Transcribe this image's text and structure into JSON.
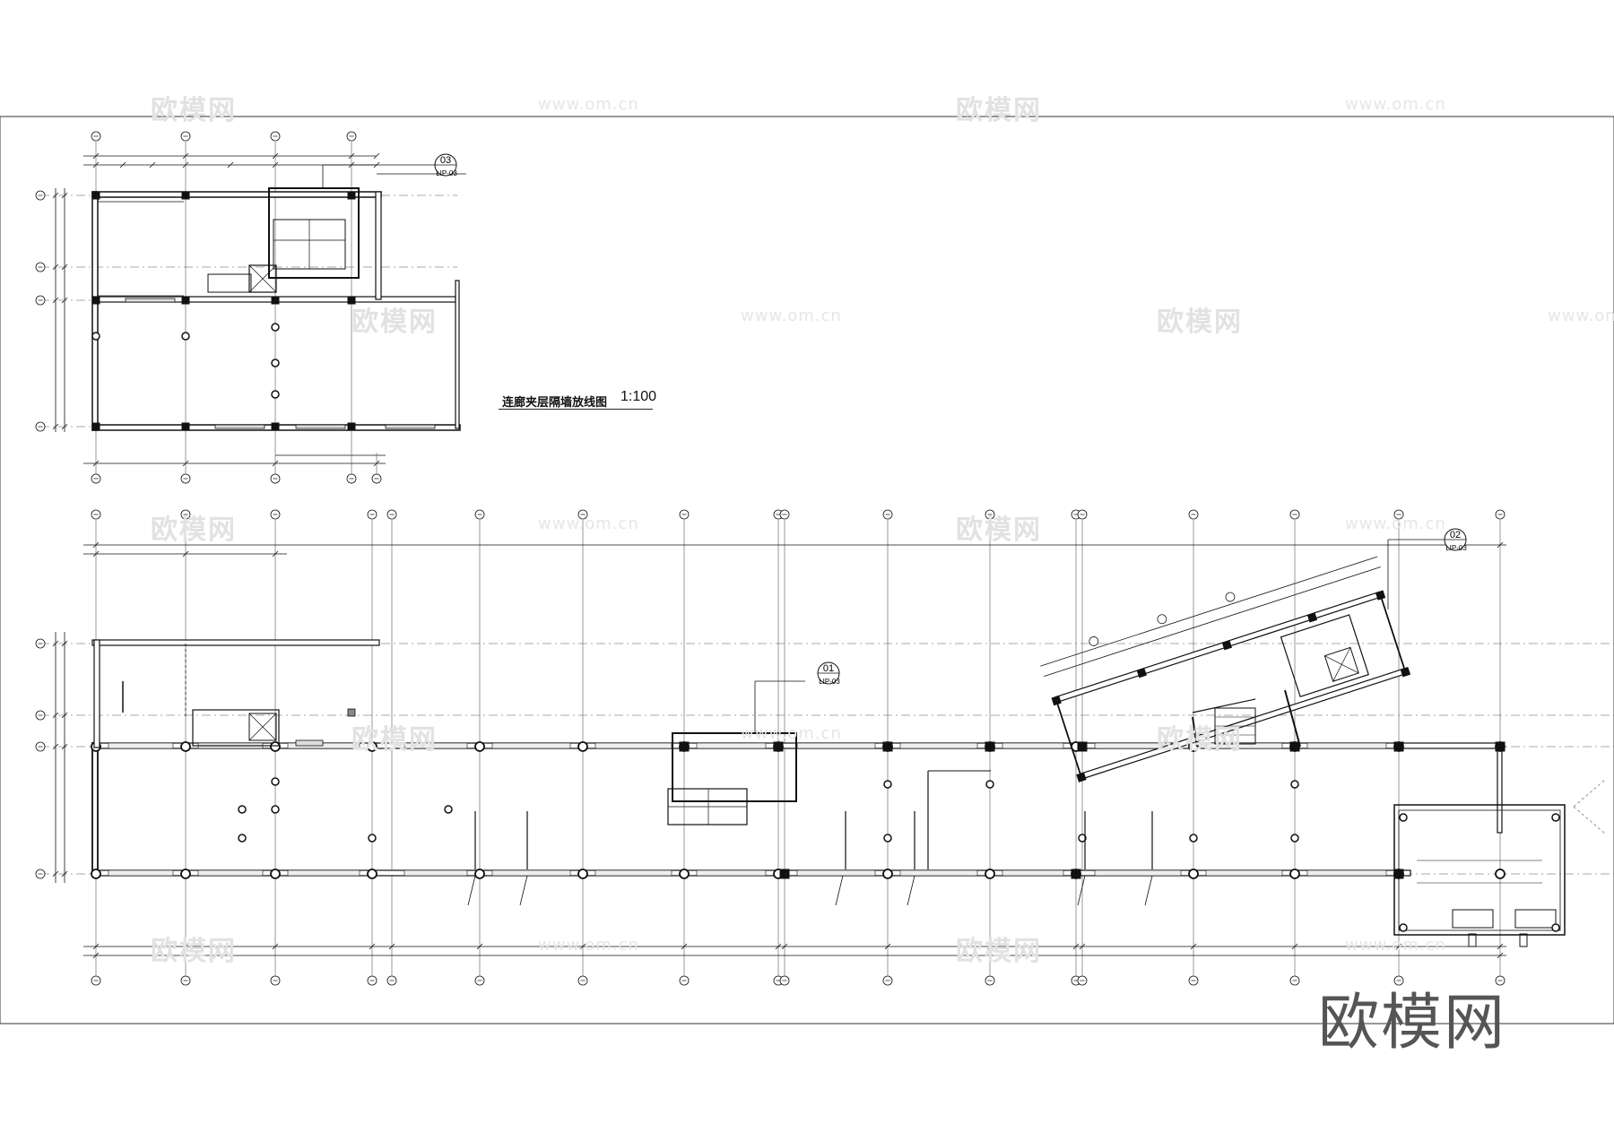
{
  "watermark": {
    "brand": "欧模网",
    "url": "www.om.cn"
  },
  "brand_logo": "欧模网",
  "drawing_title": {
    "text": "连廊夹层隔墙放线图",
    "scale": "1:100"
  },
  "section_marks": [
    {
      "id": "03",
      "sheet": "LIP-03"
    },
    {
      "id": "02",
      "sheet": "LIP-03"
    },
    {
      "id": "01",
      "sheet": "LIP-03"
    }
  ]
}
